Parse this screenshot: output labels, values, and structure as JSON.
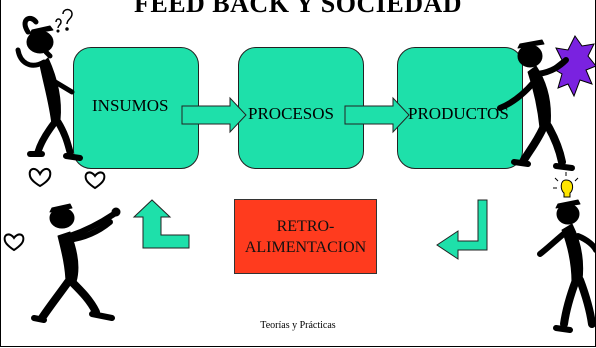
{
  "title": "FEED BACK Y SOCIEDAD",
  "flow": {
    "boxes": [
      {
        "label": "INSUMOS"
      },
      {
        "label": "PROCESOS"
      },
      {
        "label": "PRODUCTOS"
      }
    ],
    "feedback_label_line1": "RETRO-",
    "feedback_label_line2": "ALIMENTACION"
  },
  "footer": "Teorías y Prácticas",
  "colors": {
    "box_fill": "#1ee0aa",
    "arrow_fill": "#1ee0aa",
    "feedback_fill": "#ff3b1e",
    "starburst": "#7a22e0",
    "bulb": "#ffe600"
  }
}
